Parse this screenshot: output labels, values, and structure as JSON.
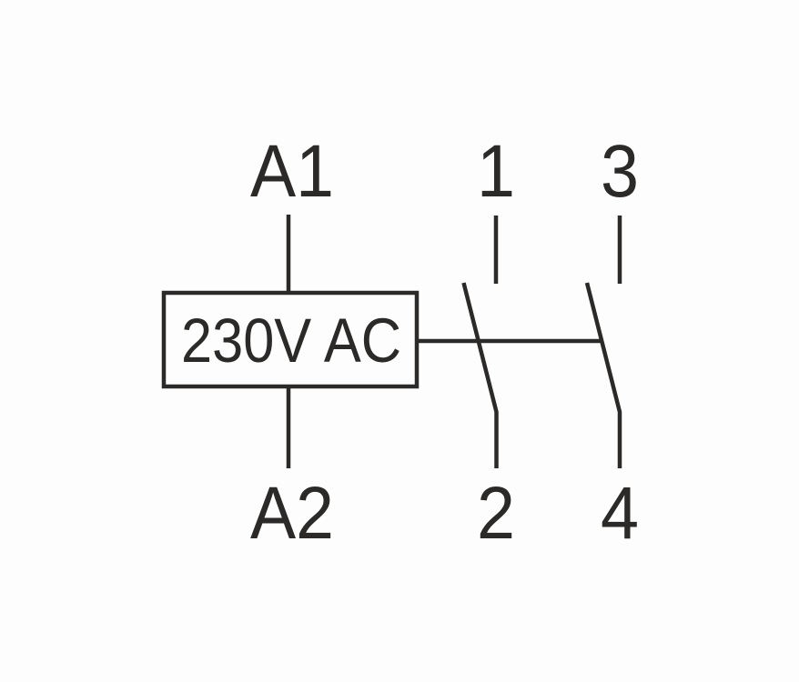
{
  "diagram": {
    "coil": {
      "label": "230V AC",
      "top_terminal": "A1",
      "bottom_terminal": "A2"
    },
    "contacts": [
      {
        "top_terminal": "1",
        "bottom_terminal": "2"
      },
      {
        "top_terminal": "3",
        "bottom_terminal": "4"
      }
    ],
    "colors": {
      "stroke": "#2b2a29",
      "background": "#fdfdfd"
    }
  }
}
